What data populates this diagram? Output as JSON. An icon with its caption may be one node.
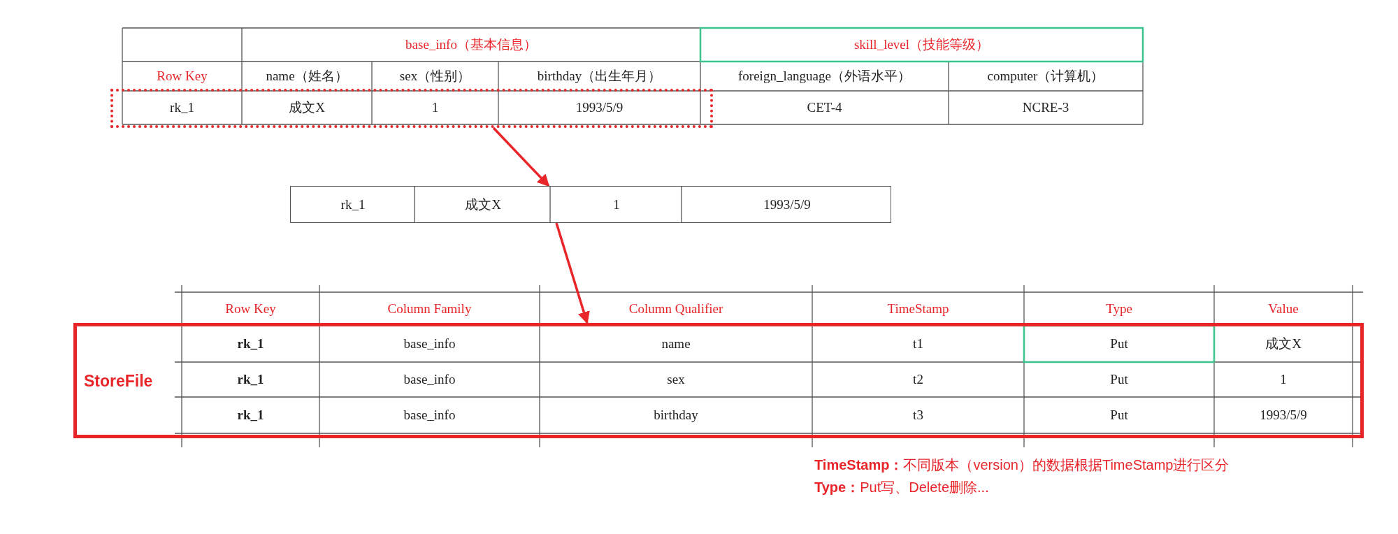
{
  "diagram": {
    "nodes": [
      {
        "text": [],
        "shape": "box"
      },
      {
        "text": [
          "rk_1",
          "成文X",
          "1",
          "1993/5/9"
        ]
      },
      {
        "text": [
          "StoreFile"
        ]
      }
    ],
    "edges": [
      {
        "from": 0,
        "to": 1,
        "arrow": "to"
      },
      {
        "from": 1,
        "to": 2,
        "arrow": "to"
      }
    ],
    "labels": [
      "base_info（基本信息）",
      "skill_level（技能等级）",
      "Row Key",
      "name（姓名）",
      "sex（性别）",
      "birthday（出生年月）",
      "foreign_language（外语水平）",
      "computer（计算机）",
      "rk_1",
      "成文X",
      "1",
      "1993/5/9",
      "CET-4",
      "NCRE-3",
      "Row Key",
      "Column Family",
      "Column Qualifier",
      "TimeStamp",
      "Type",
      "Value",
      "rk_1",
      "base_info",
      "name",
      "t1",
      "Put",
      "成文X",
      "rk_1",
      "base_info",
      "sex",
      "t2",
      "Put",
      "1",
      "rk_1",
      "base_info",
      "birthday",
      "t3",
      "Put",
      "1993/5/9",
      "**TimeStamp：**不同版本（version）的数据根据TimeStamp进行区分",
      "**Type：**Put写、Delete删除..."
    ]
  }
}
